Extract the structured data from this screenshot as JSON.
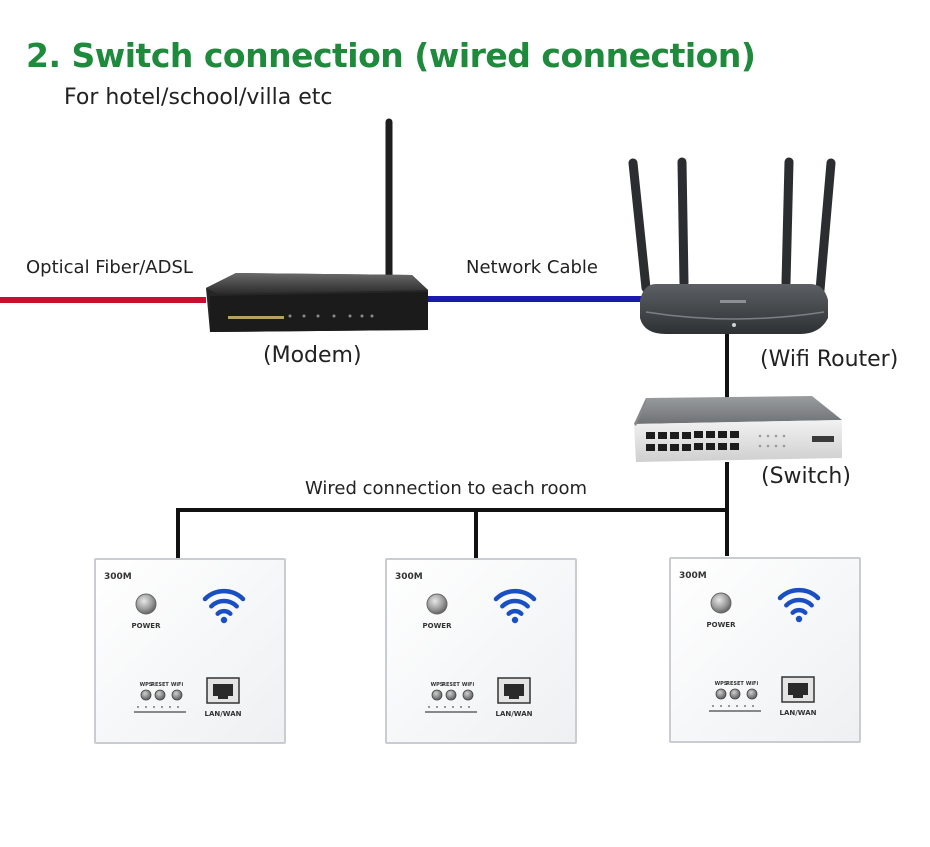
{
  "header": {
    "title": "2. Switch connection (wired connection)",
    "subtitle": "For hotel/school/villa etc"
  },
  "labels": {
    "optical_fiber": "Optical Fiber/ADSL",
    "network_cable": "Network Cable",
    "modem": "(Modem)",
    "wifi_router": "(Wifi Router)",
    "switch": "(Switch)",
    "wired_connection": "Wired connection to each room"
  },
  "panels": [
    {
      "model": "300M",
      "power_label": "POWER",
      "buttons": [
        "WPS",
        "RESET",
        "WiFi"
      ],
      "port_label": "LAN/WAN"
    },
    {
      "model": "300M",
      "power_label": "POWER",
      "buttons": [
        "WPS",
        "RESET",
        "WiFi"
      ],
      "port_label": "LAN/WAN"
    },
    {
      "model": "300M",
      "power_label": "POWER",
      "buttons": [
        "WPS",
        "RESET",
        "WiFi"
      ],
      "port_label": "LAN/WAN"
    }
  ],
  "colors": {
    "title": "#1e8a3c",
    "fiber_cable": "#c8102e",
    "network_cable": "#1a1aa8",
    "wired_line": "#111111",
    "wifi_icon": "#1a4fc4"
  },
  "icons": {
    "modem": "modem-icon",
    "router": "wifi-router-icon",
    "switch": "network-switch-icon",
    "wifi": "wifi-icon",
    "ethernet_port": "ethernet-port-icon"
  }
}
